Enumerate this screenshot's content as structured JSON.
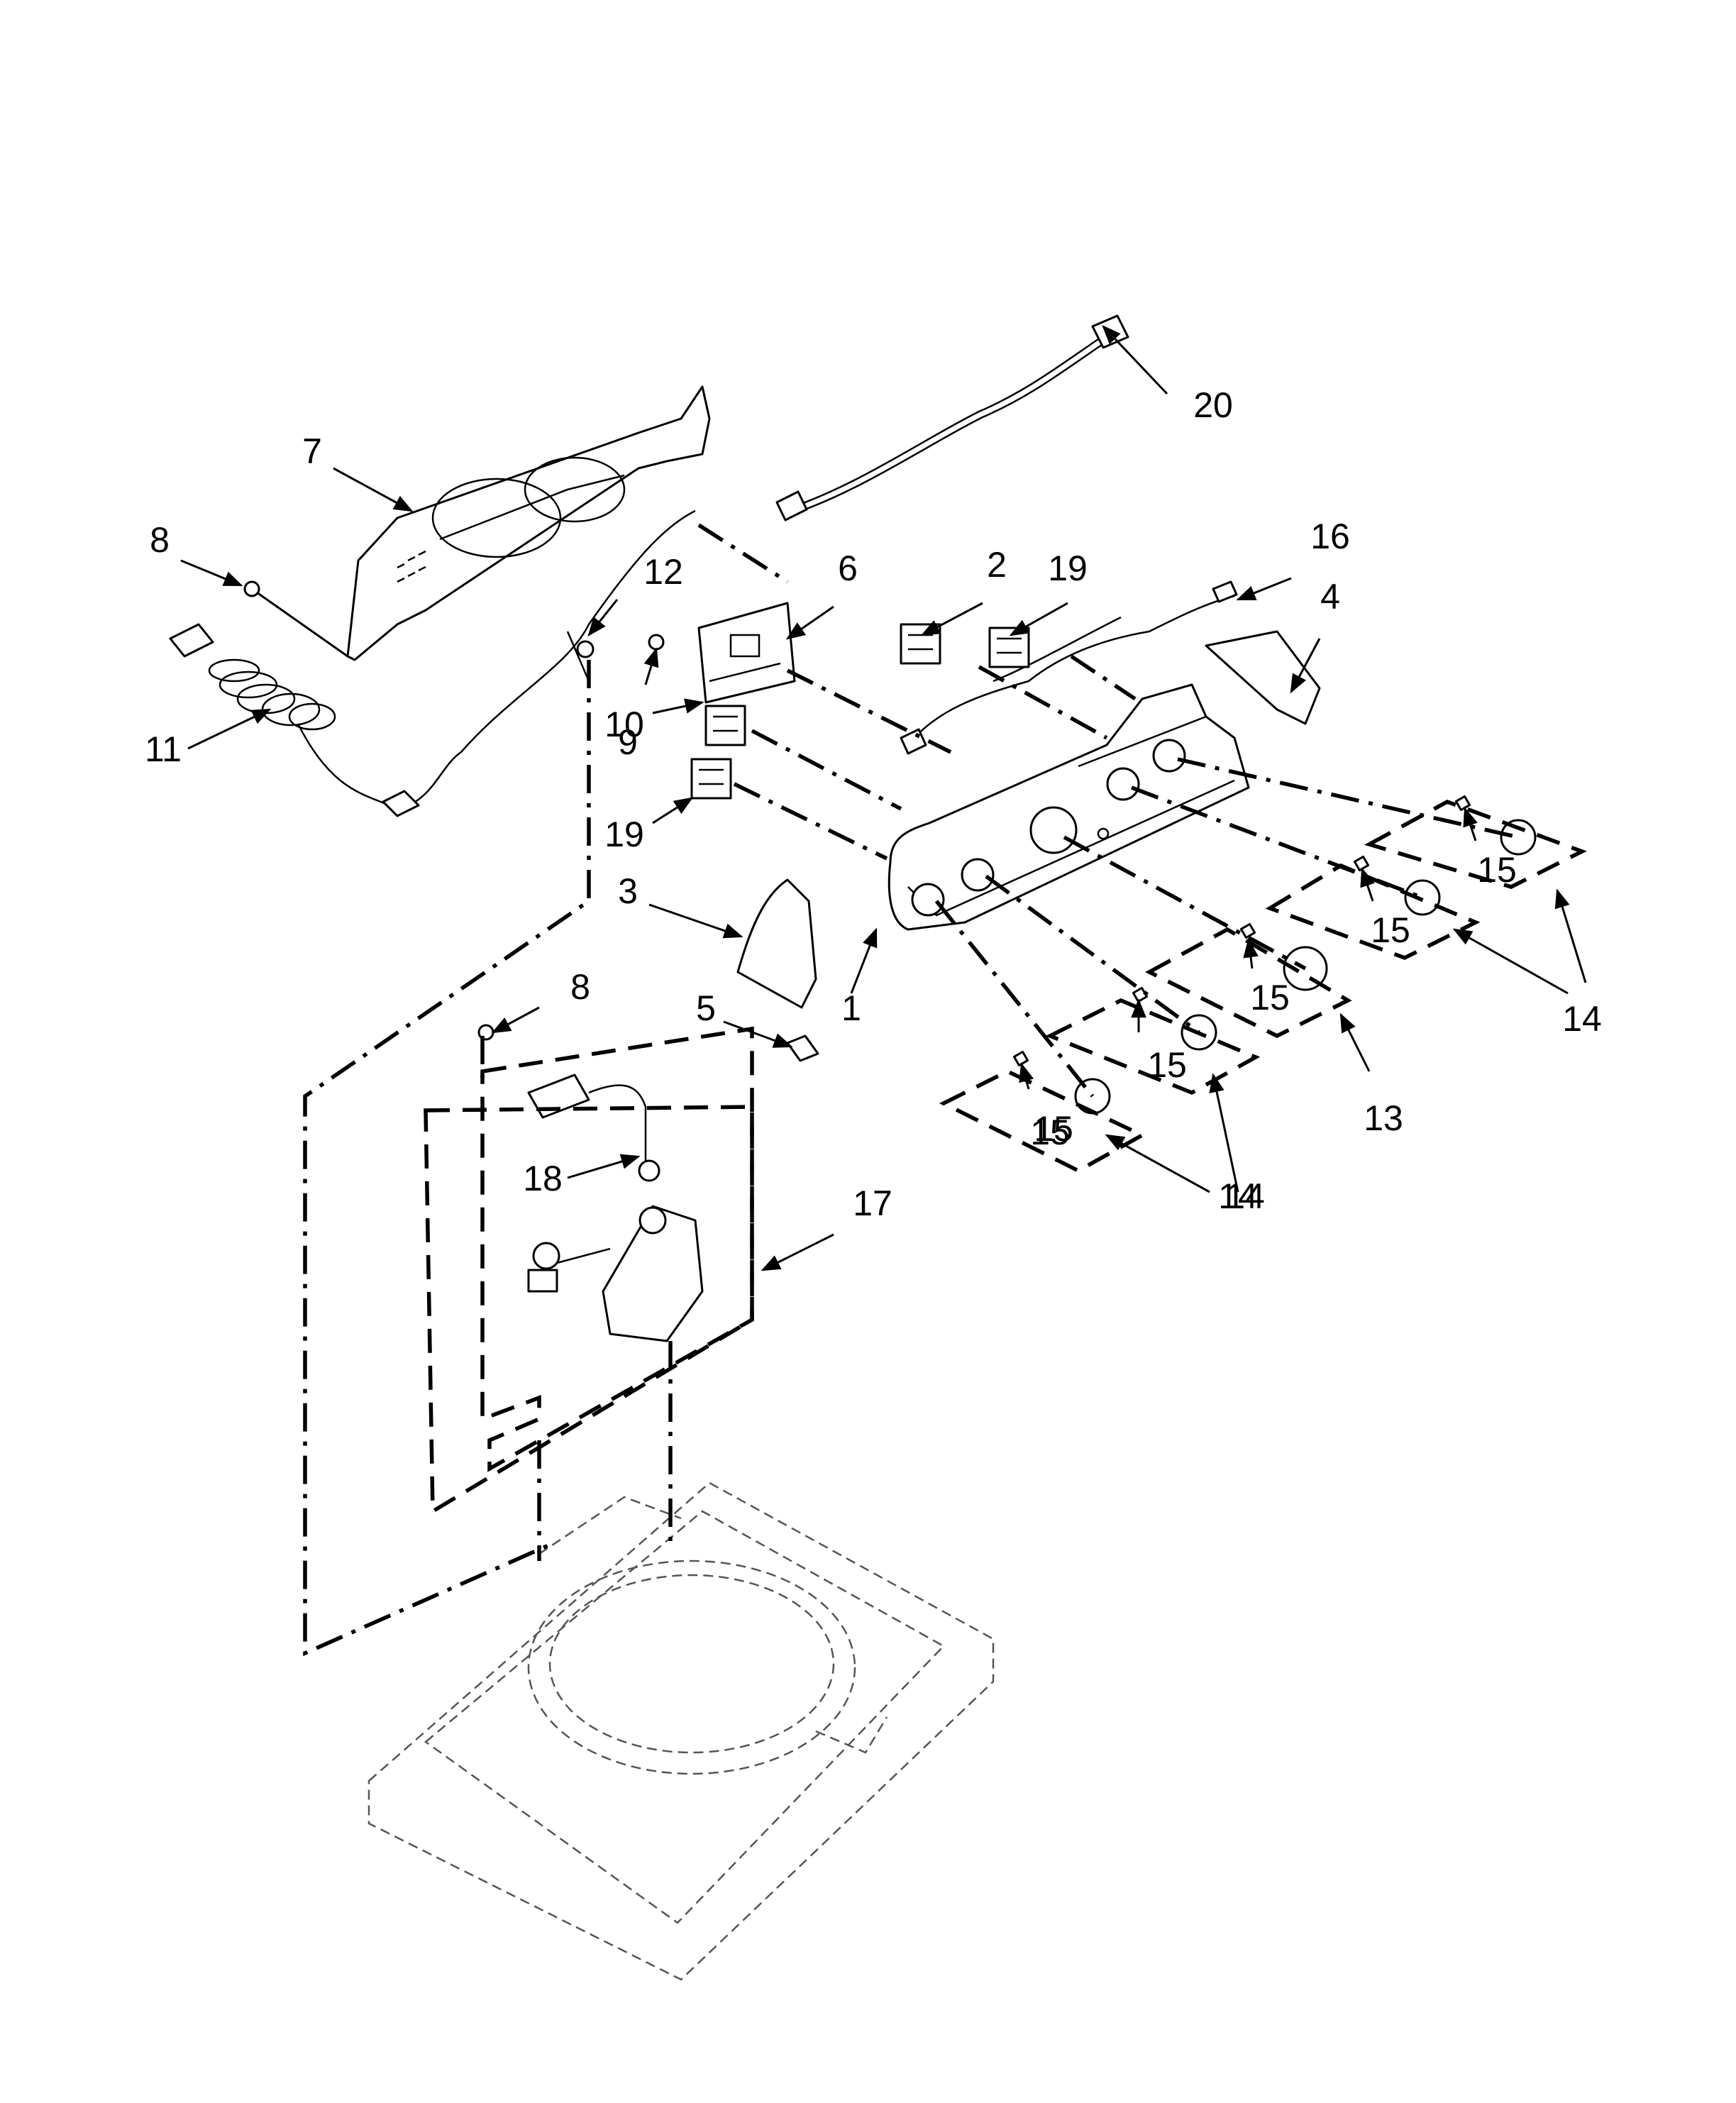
{
  "callouts": [
    "1",
    "2",
    "3",
    "4",
    "5",
    "6",
    "7",
    "8",
    "8",
    "9",
    "10",
    "11",
    "12",
    "13",
    "14",
    "14",
    "14",
    "15",
    "15",
    "15",
    "15",
    "15",
    "15",
    "16",
    "17",
    "18",
    "19",
    "19",
    "20"
  ]
}
